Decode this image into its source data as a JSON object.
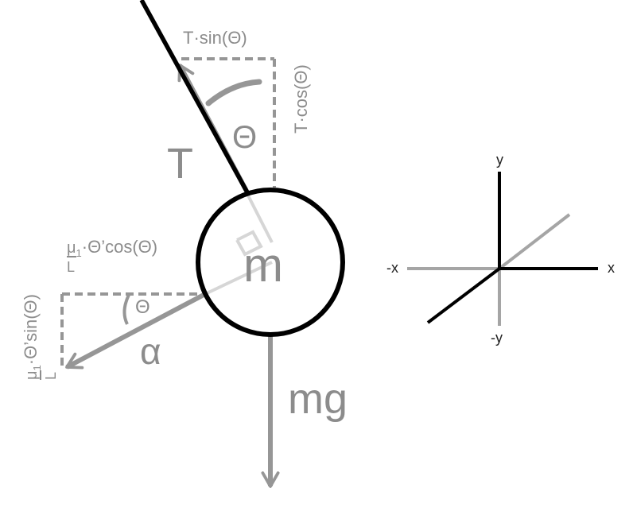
{
  "diagram": {
    "mass_label": "m",
    "tension_label": "T",
    "tension_x_component": "T·sin(Θ)",
    "tension_y_component": "T·cos(Θ)",
    "angle_theta_upper": "Θ",
    "angle_theta_lower": "Θ",
    "alpha_label": "α",
    "weight_label": "mg",
    "friction_x_component": {
      "mu": "μ",
      "sub": "1",
      "rest": "·Θ’cos(Θ)",
      "denominator": "L"
    },
    "friction_y_component": {
      "mu": "μ",
      "sub": "1",
      "rest": "·Θ’sin(Θ)",
      "denominator": "L"
    }
  },
  "axes": {
    "y_pos": "y",
    "y_neg": "-y",
    "x_pos": "x",
    "x_neg": "-x"
  },
  "colors": {
    "dark": "#000000",
    "gray": "#969696",
    "light_gray": "#c8c8c8",
    "label_gray": "#8c8c8c"
  }
}
